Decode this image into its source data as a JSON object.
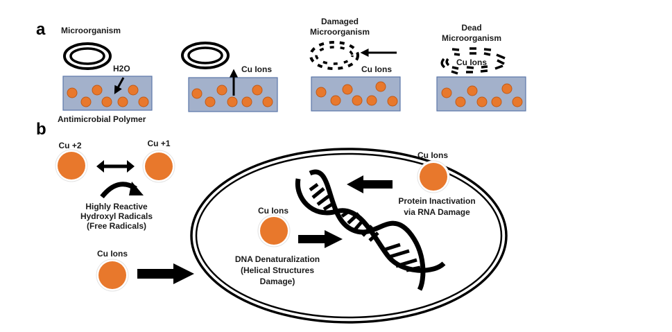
{
  "panel_a": {
    "letter": "a",
    "stages": [
      {
        "title_lines": [
          "Microorganism"
        ],
        "state": "intact",
        "arrow_label": "H2O",
        "arrow_direction": "down-into-polymer",
        "caption": "Antimicrobial Polymer"
      },
      {
        "title_lines": [],
        "state": "intact",
        "arrow_label": "Cu Ions",
        "arrow_direction": "up-out-of-polymer",
        "caption": ""
      },
      {
        "title_lines": [
          "Damaged",
          "Microorganism"
        ],
        "state": "damaged",
        "arrow_label": "Cu Ions",
        "arrow_direction": "left-toward-microorganism",
        "caption": ""
      },
      {
        "title_lines": [
          "Dead",
          "Microorganism"
        ],
        "state": "dead",
        "arrow_label": "Cu Ions",
        "arrow_direction": "none",
        "caption": ""
      }
    ]
  },
  "panel_b": {
    "letter": "b",
    "cu_plus2_label": "Cu +2",
    "cu_plus1_label": "Cu +1",
    "radicals_lines": [
      "Highly Reactive",
      "Hydroxyl Radicals",
      "(Free Radicals)"
    ],
    "outside_ion_label": "Cu Ions",
    "cell": {
      "dna_ion_label": "Cu Ions",
      "dna_effect_lines": [
        "DNA Denaturalization",
        "(Helical Structures",
        "Damage)"
      ],
      "rna_ion_label": "Cu Ions",
      "rna_effect_lines": [
        "Protein Inactivation",
        "via RNA Damage"
      ]
    }
  },
  "colors": {
    "ion_orange": "#e8782c",
    "polymer_fill": "#a3b1cb",
    "polymer_border": "#5a76a8",
    "ink": "#000000"
  }
}
